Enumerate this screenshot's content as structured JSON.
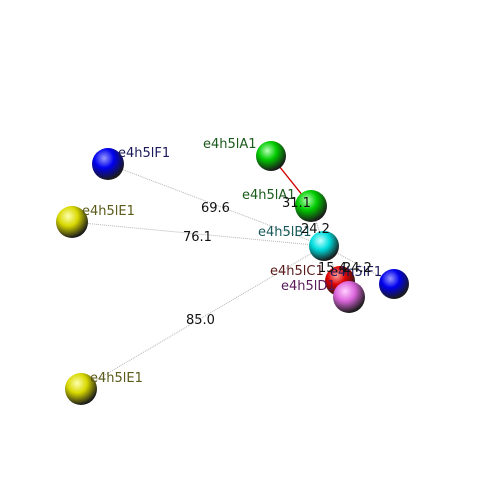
{
  "atoms": [
    {
      "id": "a1",
      "label": "e4h5lF1",
      "color": "#0000ee",
      "highlight": "#9a9aff",
      "label_color": "#1a1a5a"
    },
    {
      "id": "a2",
      "label": "e4h5lE1",
      "color": "#d8d800",
      "highlight": "#ffffb0",
      "label_color": "#5a5a1a"
    },
    {
      "id": "a3",
      "label": "e4h5lE1",
      "color": "#d8d800",
      "highlight": "#ffffb0",
      "label_color": "#5a5a1a"
    },
    {
      "id": "a4",
      "label": "e4h5lA1",
      "color": "#00cc00",
      "highlight": "#b8ffb8",
      "label_color": "#1a5a1a"
    },
    {
      "id": "a5",
      "label": "e4h5lA1",
      "color": "#00cc00",
      "highlight": "#b8ffb8",
      "label_color": "#1a5a1a"
    },
    {
      "id": "a6",
      "label": "e4h5lB1",
      "color": "#00dddd",
      "highlight": "#c8ffff",
      "label_color": "#1a5a5a"
    },
    {
      "id": "a7",
      "label": "e4h5lC1",
      "color": "#dd0000",
      "highlight": "#ffa0a0",
      "label_color": "#5a1a1a"
    },
    {
      "id": "a8",
      "label": "e4h5lF1",
      "color": "#0000ee",
      "highlight": "#9a9aff",
      "label_color": "#1a1a5a"
    },
    {
      "id": "a9",
      "label": "e4h5lD1",
      "color": "#dd66dd",
      "highlight": "#ffd0ff",
      "label_color": "#5a1a5a"
    }
  ],
  "bonds": [
    {
      "from": "a4",
      "to": "a5",
      "color": "#cc0000"
    }
  ],
  "distances": [
    {
      "from": "a1",
      "to": "a6",
      "value": "69.6"
    },
    {
      "from": "a2",
      "to": "a6",
      "value": "76.1"
    },
    {
      "from": "a3",
      "to": "a6",
      "value": "85.0"
    },
    {
      "from": "a5",
      "to": "a6",
      "value": "31.1"
    },
    {
      "from": "a5",
      "to": "a6",
      "value": "24.2"
    },
    {
      "from": "a6",
      "to": "a7",
      "value": "15.4"
    },
    {
      "from": "a6",
      "to": "a8",
      "value": "24.2"
    }
  ],
  "colors": {
    "distance_line": "#b4b4b4",
    "distance_text": "#111111"
  }
}
